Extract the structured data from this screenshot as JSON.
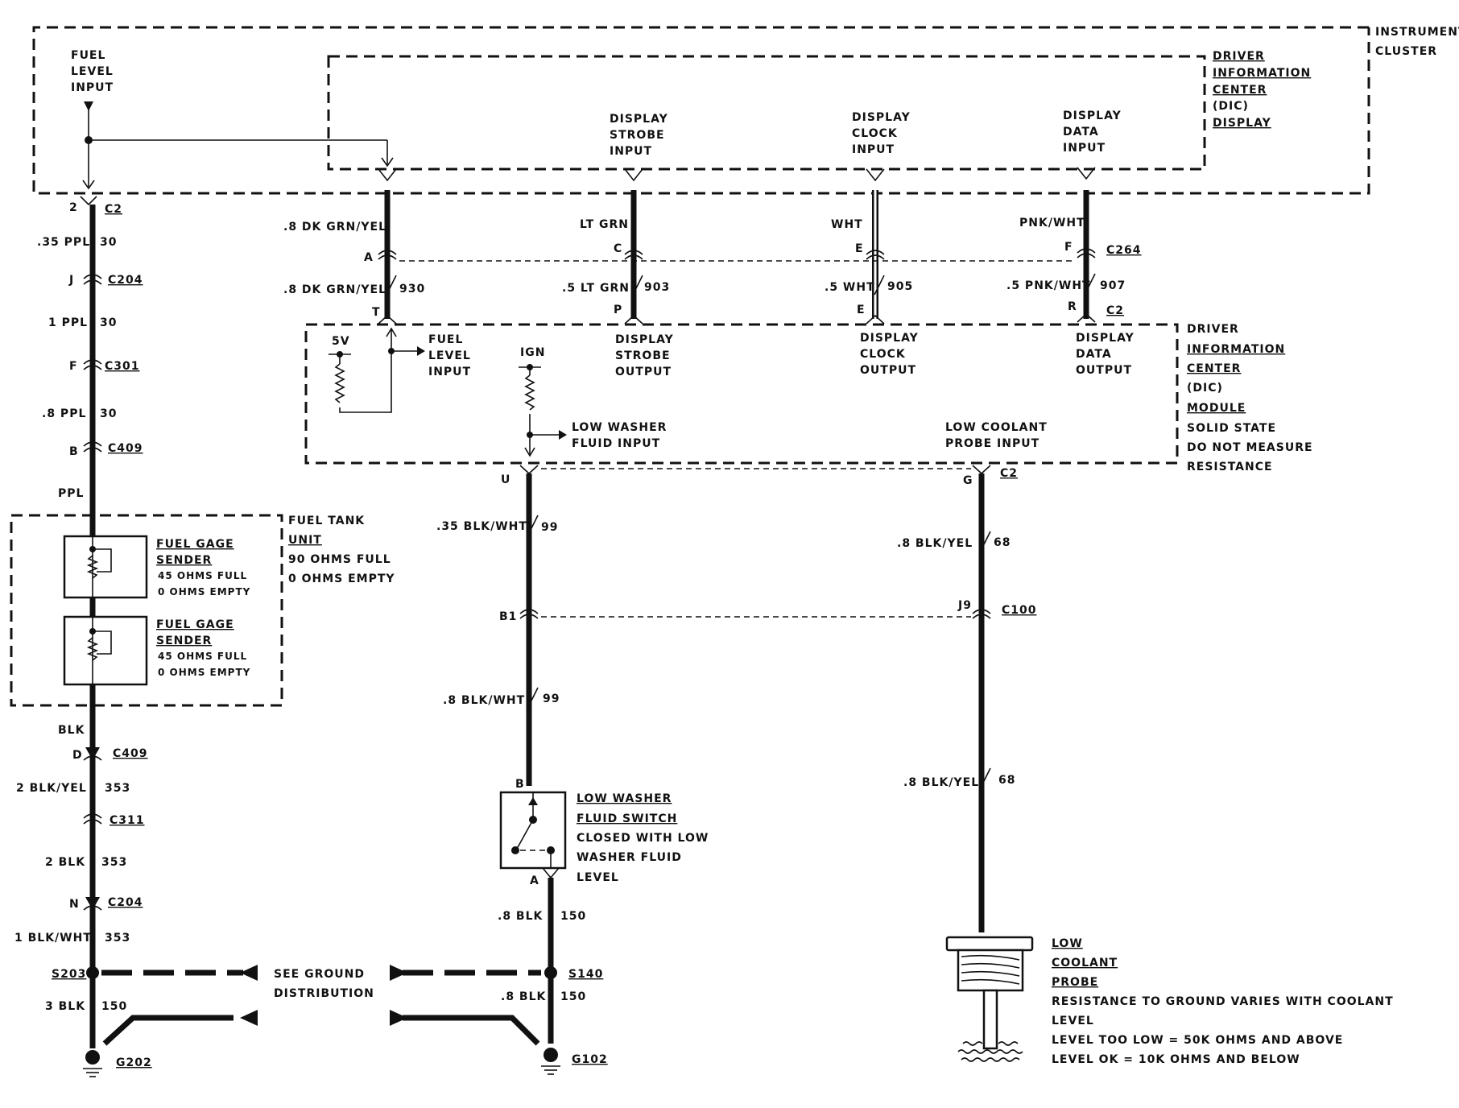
{
  "instrument_cluster": {
    "line1": "INSTRUMENT",
    "line2": "CLUSTER"
  },
  "dic_display": {
    "line1": "DRIVER",
    "line2": "INFORMATION",
    "line3": "CENTER",
    "line4": "(DIC)",
    "line5": "DISPLAY"
  },
  "cluster_inputs": {
    "fuel": [
      "FUEL",
      "LEVEL",
      "INPUT"
    ],
    "strobe": [
      "DISPLAY",
      "STROBE",
      "INPUT"
    ],
    "clock": [
      "DISPLAY",
      "CLOCK",
      "INPUT"
    ],
    "data": [
      "DISPLAY",
      "DATA",
      "INPUT"
    ]
  },
  "fuel_circuit": {
    "pin_c2": "2",
    "conn_c2": "C2",
    "w1_color": ".35 PPL",
    "w1_num": "30",
    "pin_c204": "J",
    "conn_c204": "C204",
    "w2_color": "1 PPL",
    "w2_num": "30",
    "pin_c301": "F",
    "conn_c301": "C301",
    "w3_color": ".8 PPL",
    "w3_num": "30",
    "pin_c409": "B",
    "conn_c409": "C409",
    "w4_color": "PPL",
    "w5_color": "BLK",
    "pin_c409b": "D",
    "conn_c409b": "C409",
    "w6_color": "2 BLK/YEL",
    "w6_num": "353",
    "conn_c311": "C311",
    "w7_color": "2 BLK",
    "w7_num": "353",
    "pin_c204b": "N",
    "conn_c204b": "C204",
    "w8_color": "1 BLK/WHT",
    "w8_num": "353",
    "splice": "S203",
    "w9_color": "3 BLK",
    "w9_num": "150",
    "ground": "G202"
  },
  "fuel_tank": {
    "title": [
      "FUEL TANK",
      "UNIT"
    ],
    "spec": [
      "90 OHMS FULL",
      "0 OHMS EMPTY"
    ],
    "sender1": {
      "name": [
        "FUEL GAGE",
        "SENDER"
      ],
      "spec": [
        "45 OHMS FULL",
        "0 OHMS EMPTY"
      ]
    },
    "sender2": {
      "name": [
        "FUEL GAGE",
        "SENDER"
      ],
      "spec": [
        "45 OHMS FULL",
        "0 OHMS EMPTY"
      ]
    }
  },
  "upper_wires": {
    "a": {
      "color_top": ".8 DK GRN/YEL",
      "pin_top": "A",
      "color_bot": ".8 DK GRN/YEL",
      "num": "930",
      "pin_bot": "T"
    },
    "c": {
      "color_top": "LT GRN",
      "pin_top": "C",
      "color_bot": ".5 LT GRN",
      "num": "903",
      "pin_bot": "P"
    },
    "e": {
      "color_top": "WHT",
      "pin_top": "E",
      "color_bot": ".5 WHT",
      "num": "905",
      "pin_bot": "E"
    },
    "f": {
      "color_top": "PNK/WHT",
      "pin_top": "F",
      "color_bot": ".5 PNK/WHT",
      "num": "907",
      "pin_bot": "R"
    },
    "conn_upper": "C264",
    "conn_lower": "C2"
  },
  "dic_module": {
    "title": [
      "DRIVER",
      "INFORMATION",
      "CENTER",
      "(DIC)",
      "MODULE"
    ],
    "note": [
      "SOLID STATE",
      "DO NOT MEASURE",
      "RESISTANCE"
    ],
    "v5": "5V",
    "ign": "IGN",
    "fuel_input": [
      "FUEL",
      "LEVEL",
      "INPUT"
    ],
    "strobe_output": [
      "DISPLAY",
      "STROBE",
      "OUTPUT"
    ],
    "clock_output": [
      "DISPLAY",
      "CLOCK",
      "OUTPUT"
    ],
    "data_output": [
      "DISPLAY",
      "DATA",
      "OUTPUT"
    ],
    "washer_input": [
      "LOW WASHER",
      "FLUID INPUT"
    ],
    "coolant_input": [
      "LOW COOLANT",
      "PROBE INPUT"
    ]
  },
  "washer_circuit": {
    "pin_u": "U",
    "w1_color": ".35 BLK/WHT",
    "w1_num": "99",
    "pin_b1": "B1",
    "w2_color": ".8 BLK/WHT",
    "w2_num": "99",
    "pin_b": "B",
    "switch_name": [
      "LOW WASHER",
      "FLUID SWITCH"
    ],
    "switch_spec": [
      "CLOSED WITH LOW",
      "WASHER FLUID",
      "LEVEL"
    ],
    "pin_a": "A",
    "w3_color": ".8 BLK",
    "w3_num": "150",
    "splice": "S140",
    "w4_color": ".8 BLK",
    "w4_num": "150",
    "ground": "G102"
  },
  "coolant_circuit": {
    "pin_g": "G",
    "conn_c2": "C2",
    "w1_color": ".8 BLK/YEL",
    "w1_num": "68",
    "pin_j9": "J9",
    "conn_c100": "C100",
    "w2_color": ".8 BLK/YEL",
    "w2_num": "68",
    "probe_name": [
      "LOW",
      "COOLANT",
      "PROBE"
    ],
    "probe_spec": [
      "RESISTANCE TO GROUND VARIES WITH COOLANT",
      "LEVEL",
      "LEVEL TOO LOW = 50K OHMS AND ABOVE",
      "LEVEL OK = 10K OHMS AND BELOW"
    ]
  },
  "ground_ref": [
    "SEE GROUND",
    "DISTRIBUTION"
  ]
}
